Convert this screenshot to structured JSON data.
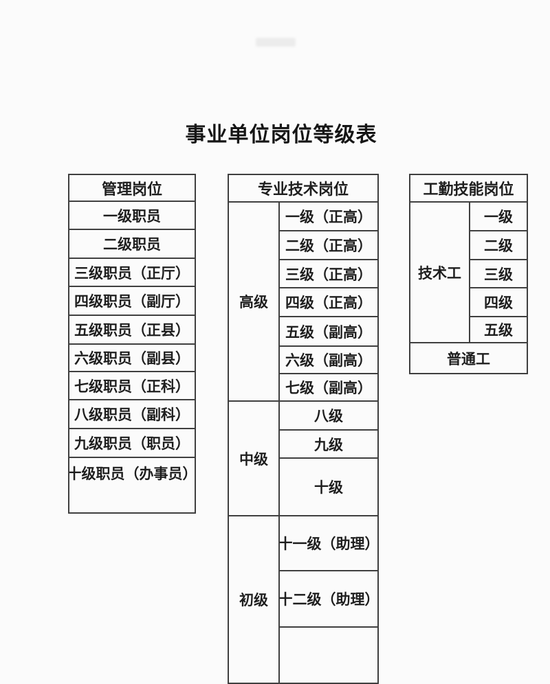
{
  "page": {
    "title": "事业单位岗位等级表"
  },
  "colors": {
    "background": "#fbfbfb",
    "border": "#3f3f3f",
    "text": "#1e1e1e"
  },
  "tables": {
    "management": {
      "header": "管理岗位",
      "rows": [
        "一级职员",
        "二级职员",
        "三级职员（正厅）",
        "四级职员（副厅）",
        "五级职员（正县）",
        "六级职员（副县）",
        "七级职员（正科）",
        "八级职员（副科）",
        "九级职员（职员）",
        "十级职员（办事员）"
      ]
    },
    "professional": {
      "header": "专业技术岗位",
      "sections": [
        {
          "label": "高级",
          "grades": [
            "一级（正高）",
            "二级（正高）",
            "三级（正高）",
            "四级（正高）",
            "五级（副高）",
            "六级（副高）",
            "七级（副高）"
          ]
        },
        {
          "label": "中级",
          "grades": [
            "八级",
            "九级",
            "十级"
          ]
        },
        {
          "label": "初级",
          "grades": [
            "十一级（助理）",
            "十二级（助理）",
            ""
          ]
        }
      ]
    },
    "worker": {
      "header": "工勤技能岗位",
      "group_label": "技术工",
      "grades": [
        "一级",
        "二级",
        "三级",
        "四级",
        "五级"
      ],
      "footer": "普通工"
    }
  }
}
